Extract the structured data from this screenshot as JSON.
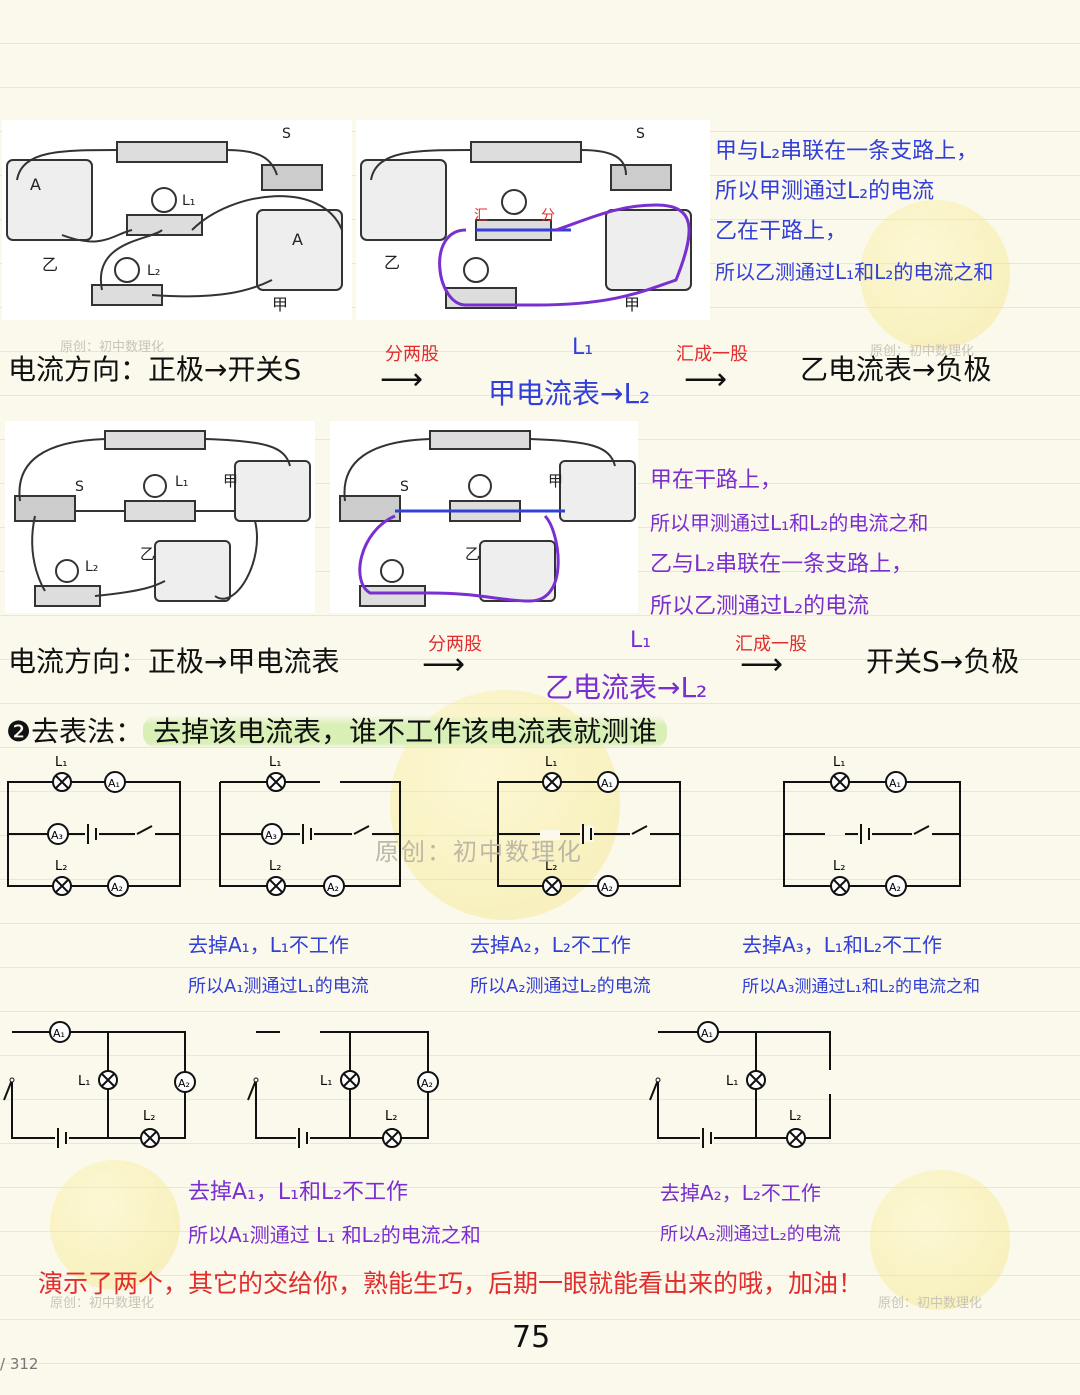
{
  "page": {
    "number": "75",
    "total": "/ 312"
  },
  "watermark": "原创：初中数理化",
  "section1": {
    "notes": [
      "甲与L₂串联在一条支路上，",
      "所以甲测通过L₂的电流",
      "乙在干路上，",
      "所以乙测通过L₁和L₂的电流之和"
    ],
    "flow_prefix": "电流方向：正极→开关S",
    "split_label": "分两股",
    "branch_top": "L₁",
    "branch_bottom": "甲电流表→L₂",
    "merge_label": "汇成一股",
    "flow_suffix": "乙电流表→负极",
    "fig_labels": {
      "meter_a": "乙",
      "meter_b": "甲",
      "lamp1": "L₁",
      "lamp2": "L₂",
      "switch": "S",
      "merge": "汇",
      "split": "分"
    }
  },
  "section2": {
    "notes": [
      "甲在干路上，",
      "所以甲测通过L₁和L₂的电流之和",
      "乙与L₂串联在一条支路上，",
      "所以乙测通过L₂的电流"
    ],
    "flow_prefix": "电流方向：正极→甲电流表",
    "split_label": "分两股",
    "branch_top": "L₁",
    "branch_bottom": "乙电流表→L₂",
    "merge_label": "汇成一股",
    "flow_suffix": "开关S→负极",
    "fig_labels": {
      "meter_a": "甲",
      "meter_b": "乙",
      "lamp1": "L₁",
      "lamp2": "L₂",
      "switch": "S"
    }
  },
  "method2": {
    "title": "❷去表法：",
    "highlight": "去掉该电流表，谁不工作该电流表就测谁"
  },
  "row1_captions": [
    {
      "line1": "去掉A₁，L₁不工作",
      "line2": "所以A₁测通过L₁的电流"
    },
    {
      "line1": "去掉A₂，L₂不工作",
      "line2": "所以A₂测通过L₂的电流"
    },
    {
      "line1": "去掉A₃，L₁和L₂不工作",
      "line2": "所以A₃测通过L₁和L₂的电流之和"
    }
  ],
  "row2_captions": [
    {
      "line1": "去掉A₁，L₁和L₂不工作",
      "line2": "所以A₁测通过 L₁ 和L₂的电流之和"
    },
    {
      "line1": "去掉A₂，L₂不工作",
      "line2": "所以A₂测通过L₂的电流"
    }
  ],
  "circuit_labels": {
    "A1": "A₁",
    "A2": "A₂",
    "A3": "A₃",
    "L1": "L₁",
    "L2": "L₂"
  },
  "closing": "演示了两个，其它的交给你，熟能生巧，后期一眼就能看出来的哦，加油！",
  "colors": {
    "blue": "#3340d8",
    "purple": "#7a2fd0",
    "red": "#e22d2d",
    "highlight": "#d8f0b6"
  }
}
